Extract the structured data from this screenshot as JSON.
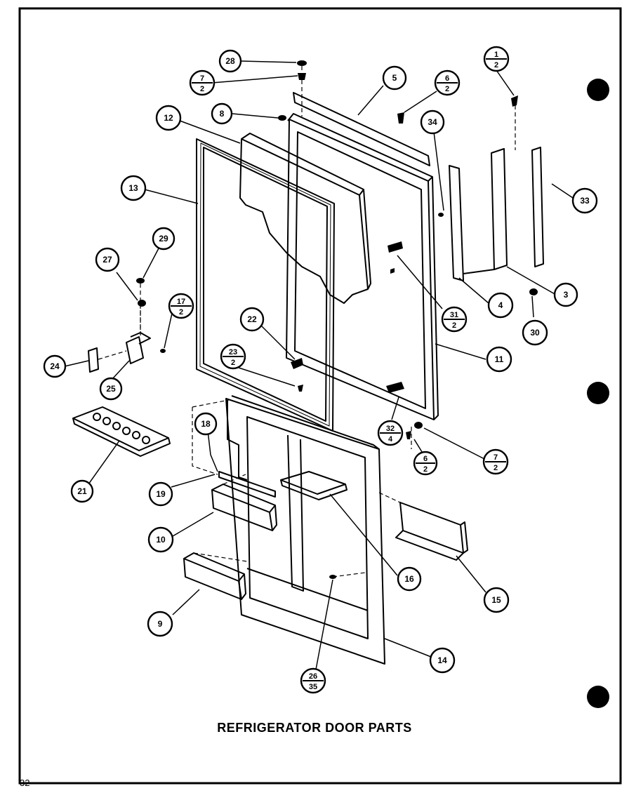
{
  "caption": "REFRIGERATOR DOOR PARTS",
  "page_number": "32",
  "callouts": [
    {
      "id": "c28",
      "top": "28"
    },
    {
      "id": "c7-2a",
      "top": "7",
      "bottom": "2"
    },
    {
      "id": "c8",
      "top": "8"
    },
    {
      "id": "c12",
      "top": "12"
    },
    {
      "id": "c5",
      "top": "5"
    },
    {
      "id": "c6-2a",
      "top": "6",
      "bottom": "2"
    },
    {
      "id": "c34",
      "top": "34"
    },
    {
      "id": "c1-2",
      "top": "1",
      "bottom": "2"
    },
    {
      "id": "c33",
      "top": "33"
    },
    {
      "id": "c13",
      "top": "13"
    },
    {
      "id": "c29",
      "top": "29"
    },
    {
      "id": "c27",
      "top": "27"
    },
    {
      "id": "c17-2",
      "top": "17",
      "bottom": "2"
    },
    {
      "id": "c31-2",
      "top": "31",
      "bottom": "2"
    },
    {
      "id": "c4",
      "top": "4"
    },
    {
      "id": "c3",
      "top": "3"
    },
    {
      "id": "c30",
      "top": "30"
    },
    {
      "id": "c22",
      "top": "22"
    },
    {
      "id": "c24",
      "top": "24"
    },
    {
      "id": "c25",
      "top": "25"
    },
    {
      "id": "c23-2",
      "top": "23",
      "bottom": "2"
    },
    {
      "id": "c11",
      "top": "11"
    },
    {
      "id": "c18",
      "top": "18"
    },
    {
      "id": "c32-4",
      "top": "32",
      "bottom": "4"
    },
    {
      "id": "c6-2b",
      "top": "6",
      "bottom": "2"
    },
    {
      "id": "c7-2b",
      "top": "7",
      "bottom": "2"
    },
    {
      "id": "c21",
      "top": "21"
    },
    {
      "id": "c19",
      "top": "19"
    },
    {
      "id": "c10",
      "top": "10"
    },
    {
      "id": "c16",
      "top": "16"
    },
    {
      "id": "c15",
      "top": "15"
    },
    {
      "id": "c9",
      "top": "9"
    },
    {
      "id": "c14",
      "top": "14"
    },
    {
      "id": "c26-35",
      "top": "26",
      "bottom": "35"
    }
  ]
}
